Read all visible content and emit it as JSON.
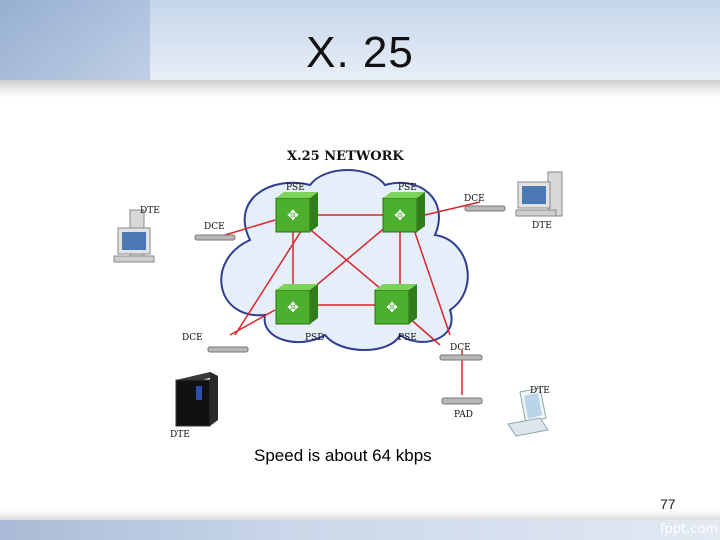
{
  "slide": {
    "title": "X. 25",
    "caption": "Speed is about 64 kbps",
    "slide_number": "77",
    "watermark": "fppt.com"
  },
  "diagram": {
    "network_title": "X.25 NETWORK",
    "labels": {
      "pse_top_left": "PSE",
      "pse_top_right": "PSE",
      "psd_bottom_left": "PSD",
      "pse_bottom_right": "PSE",
      "dte_left": "DTE",
      "dce_left": "DCE",
      "dce_top_right": "DCE",
      "dte_top_right": "DTE",
      "dce_bottom_left": "DCE",
      "dte_bottom_left": "DTE",
      "dce_bottom_right": "DCE",
      "pad": "PAD",
      "dte_bottom_right": "DTE"
    },
    "colors": {
      "link": "#d9262c",
      "switch": "#4caf2e",
      "cloud_stroke": "#2f3e8f",
      "cloud_fill": "#e6eef9"
    }
  }
}
